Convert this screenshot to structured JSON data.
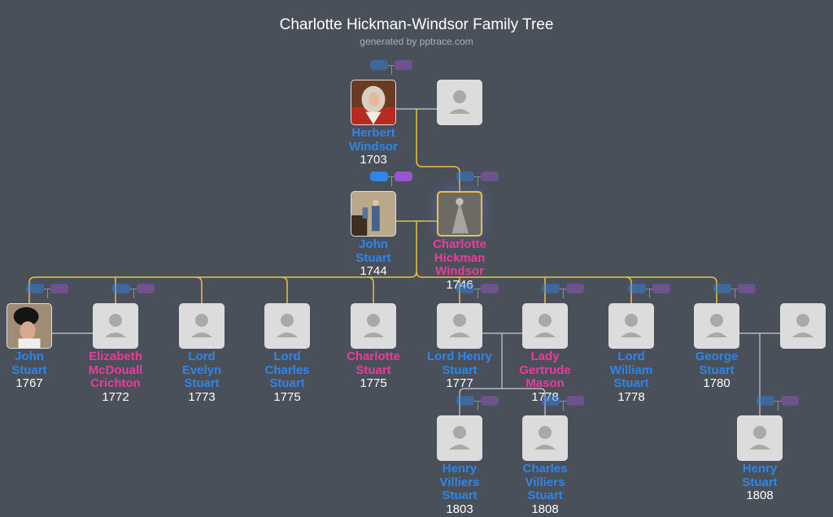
{
  "header": {
    "title": "Charlotte Hickman-Windsor Family Tree",
    "subtitle": "generated by pptrace.com"
  },
  "colors": {
    "background": "#4a5059",
    "male": "#2f86e6",
    "female": "#e83d9a",
    "descent_line": "#f0c040",
    "spouse_line": "#c8ccd2"
  },
  "people": [
    {
      "id": "herbert",
      "name": [
        "Herbert",
        "Windsor"
      ],
      "year": "1703",
      "sex": "m",
      "photo": "portrait-red-robe"
    },
    {
      "id": "herbert-spouse",
      "name": [],
      "year": "",
      "sex": "u",
      "photo": ""
    },
    {
      "id": "john1744",
      "name": [
        "John",
        "Stuart"
      ],
      "year": "1744",
      "sex": "m",
      "photo": "portrait-blue-coat"
    },
    {
      "id": "charlotte1746",
      "name": [
        "Charlotte",
        "Hickman",
        "Windsor"
      ],
      "year": "1746",
      "sex": "f",
      "photo": "engraving-gown",
      "selected": true
    },
    {
      "id": "john1767",
      "name": [
        "John",
        "Stuart"
      ],
      "year": "1767",
      "sex": "m",
      "photo": "portrait-black-hat"
    },
    {
      "id": "elizabeth",
      "name": [
        "Elizabeth",
        "McDouall",
        "Crichton"
      ],
      "year": "1772",
      "sex": "f",
      "photo": ""
    },
    {
      "id": "evelyn",
      "name": [
        "Lord",
        "Evelyn",
        "Stuart"
      ],
      "year": "1773",
      "sex": "m",
      "photo": ""
    },
    {
      "id": "charles",
      "name": [
        "Lord",
        "Charles",
        "Stuart"
      ],
      "year": "1775",
      "sex": "m",
      "photo": ""
    },
    {
      "id": "charlotte1775",
      "name": [
        "Charlotte",
        "Stuart"
      ],
      "year": "1775",
      "sex": "f",
      "photo": ""
    },
    {
      "id": "henry1777",
      "name": [
        "Lord Henry",
        "Stuart"
      ],
      "year": "1777",
      "sex": "m",
      "photo": ""
    },
    {
      "id": "gertrude",
      "name": [
        "Lady",
        "Gertrude",
        "Mason"
      ],
      "year": "1778",
      "sex": "f",
      "photo": ""
    },
    {
      "id": "william",
      "name": [
        "Lord",
        "William",
        "Stuart"
      ],
      "year": "1778",
      "sex": "m",
      "photo": ""
    },
    {
      "id": "george",
      "name": [
        "George",
        "Stuart"
      ],
      "year": "1780",
      "sex": "m",
      "photo": ""
    },
    {
      "id": "george-spouse",
      "name": [],
      "year": "",
      "sex": "u",
      "photo": ""
    },
    {
      "id": "henryv",
      "name": [
        "Henry",
        "Villiers",
        "Stuart"
      ],
      "year": "1803",
      "sex": "m",
      "photo": ""
    },
    {
      "id": "charlesv",
      "name": [
        "Charles",
        "Villiers",
        "Stuart"
      ],
      "year": "1808",
      "sex": "m",
      "photo": ""
    },
    {
      "id": "henry1808",
      "name": [
        "Henry",
        "Stuart"
      ],
      "year": "1808",
      "sex": "m",
      "photo": ""
    }
  ]
}
